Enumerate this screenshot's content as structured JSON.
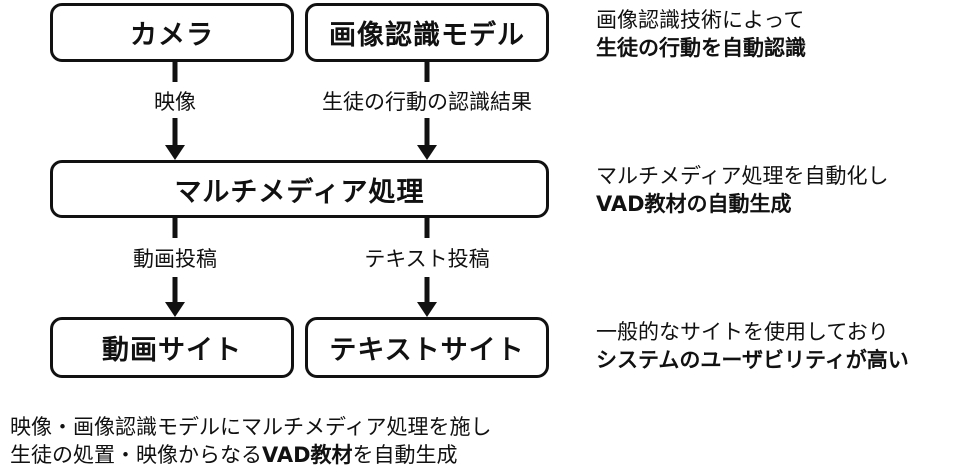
{
  "boxes": {
    "camera": "カメラ",
    "recognition_model": "画像認識モデル",
    "multimedia": "マルチメディア処理",
    "video_site": "動画サイト",
    "text_site": "テキストサイト"
  },
  "edges": {
    "video": "映像",
    "recognition_result": "生徒の行動の認識結果",
    "video_post": "動画投稿",
    "text_post": "テキスト投稿"
  },
  "notes": {
    "n1_line1": "画像認識技術によって",
    "n1_line2": "生徒の行動を自動認識",
    "n2_line1": "マルチメディア処理を自動化し",
    "n2_line2": "VAD教材の自動生成",
    "n3_line1": "一般的なサイトを使用しており",
    "n3_line2": "システムのユーザビリティが高い"
  },
  "footer": {
    "line1": "映像・画像認識モデルにマルチメディア処理を施し",
    "line2_a": "生徒の処置・映像からなる",
    "line2_b": "VAD教材",
    "line2_c": "を自動生成"
  }
}
